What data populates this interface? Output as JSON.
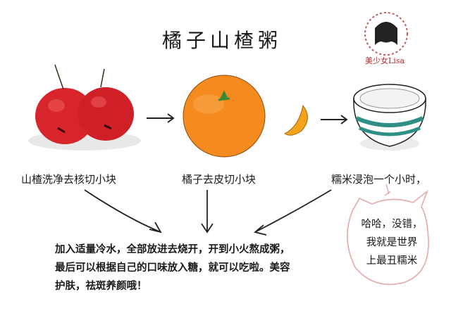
{
  "title": "橘子山楂粥",
  "logo": {
    "icon": "girl-portrait-logo",
    "text": "美少女Lisa",
    "colors": {
      "ring": "#c85a5a",
      "leaf": "#6aa35a"
    }
  },
  "steps": [
    {
      "label": "山楂洗净去核切小块",
      "icon": "hawthorn-icon"
    },
    {
      "label": "橘子去皮切小块",
      "icon": "orange-icon"
    },
    {
      "label": "糯米浸泡一个小时，",
      "icon": "rice-bowl-icon"
    }
  ],
  "instructions": {
    "line1": "加入适量冷水，全部放进去烧开，开到小火熬成粥，",
    "line2": "最后可以根据自己的口味放入糖，就可以吃啦。美容",
    "line3": "护肤，祛斑养颜哦！"
  },
  "speech_bubble": {
    "icon": "cat-speech-bubble-icon",
    "line1": "哈哈，没错，",
    "line2": "我就是世界",
    "line3": "上最丑糯米"
  },
  "colors": {
    "hawthorn_red": "#d8242b",
    "orange": "#f58a1e",
    "orange_peel": "#f4a11c",
    "bowl_stripe": "#2f8f86",
    "bubble_stroke": "#e9a8a8"
  }
}
